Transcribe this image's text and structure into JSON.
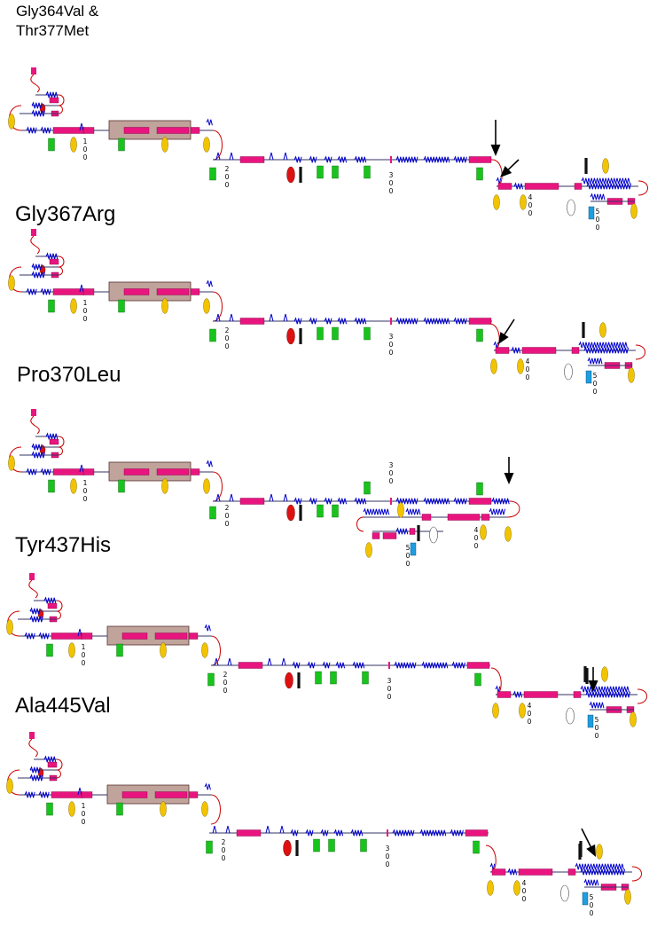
{
  "panels": [
    {
      "title": "Gly364Val &\nThr377Met",
      "markers": [
        "1\n0\n0",
        "2\n0\n0",
        "3\n0\n0",
        "4\n0\n0",
        "5\n0\n0"
      ]
    },
    {
      "title": "Gly367Arg",
      "markers": [
        "1\n0\n0",
        "2\n0\n0",
        "3\n0\n0",
        "4\n0\n0",
        "5\n0\n0"
      ]
    },
    {
      "title": "Pro370Leu",
      "markers": [
        "1\n0\n0",
        "2\n0\n0",
        "3\n0\n0",
        "4\n0\n0",
        "5\n0\n0"
      ]
    },
    {
      "title": "Tyr437His",
      "markers": [
        "1\n0\n0",
        "2\n0\n0",
        "3\n0\n0",
        "4\n0\n0",
        "5\n0\n0"
      ]
    },
    {
      "title": "Ala445Val",
      "markers": [
        "1\n0\n0",
        "2\n0\n0",
        "3\n0\n0",
        "4\n0\n0",
        "5\n0\n0"
      ]
    }
  ],
  "colors": {
    "helix": "#e8157f",
    "domain_box": "#c0a39a",
    "coil": "#0000cc",
    "loop": "#cc0000",
    "backbone": "#333366",
    "yellow": "#f2c400",
    "green": "#18c41c",
    "red": "#dd1111",
    "cyan": "#1e9ee0",
    "bar": "#111111",
    "arrow": "#000000"
  }
}
